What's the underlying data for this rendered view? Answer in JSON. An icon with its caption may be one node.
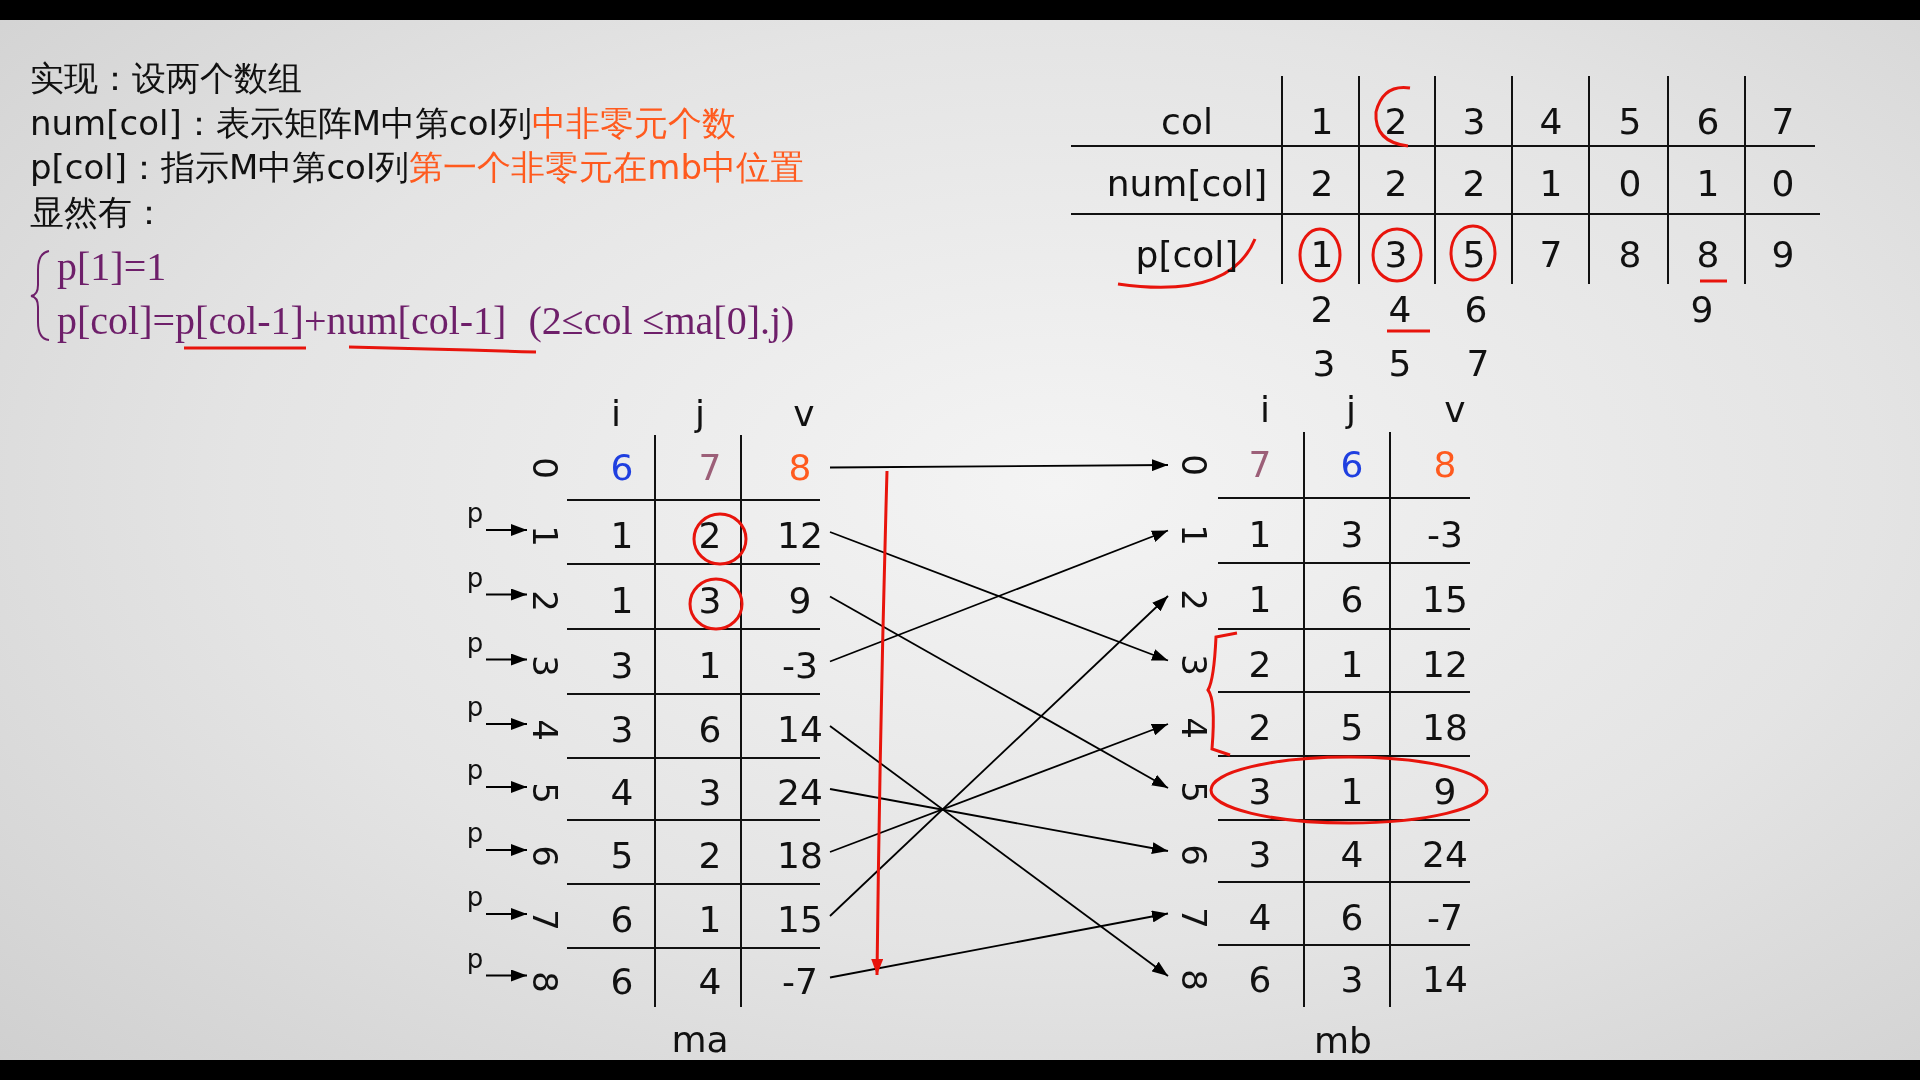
{
  "diagram": {
    "nodes": [
      {
        "text": [
          "0",
          "6",
          "7",
          "8"
        ]
      },
      {
        "text": [
          "1",
          "1",
          "2",
          "12"
        ]
      },
      {
        "text": [
          "2",
          "1",
          "3",
          "9"
        ]
      },
      {
        "text": [
          "3",
          "3",
          "1",
          "-3"
        ]
      },
      {
        "text": [
          "4",
          "3",
          "6",
          "14"
        ]
      },
      {
        "text": [
          "5",
          "4",
          "3",
          "24"
        ]
      },
      {
        "text": [
          "6",
          "5",
          "2",
          "18"
        ]
      },
      {
        "text": [
          "7",
          "6",
          "1",
          "15"
        ]
      },
      {
        "text": [
          "8",
          "6",
          "4",
          "-7"
        ]
      },
      {
        "text": [
          "0",
          "7",
          "6",
          "8"
        ]
      },
      {
        "text": [
          "1",
          "1",
          "3",
          "-3"
        ]
      },
      {
        "text": [
          "2",
          "1",
          "6",
          "15"
        ]
      },
      {
        "text": [
          "3",
          "2",
          "1",
          "12"
        ]
      },
      {
        "text": [
          "4",
          "2",
          "5",
          "18"
        ]
      },
      {
        "text": [
          "5",
          "3",
          "1",
          "9"
        ]
      },
      {
        "text": [
          "6",
          "3",
          "4",
          "24"
        ]
      },
      {
        "text": [
          "7",
          "4",
          "6",
          "-7"
        ]
      },
      {
        "text": [
          "8",
          "6",
          "3",
          "14"
        ]
      },
      {
        "text": [
          "p"
        ]
      },
      {
        "text": [
          "p"
        ]
      },
      {
        "text": [
          "p"
        ]
      },
      {
        "text": [
          "p"
        ]
      },
      {
        "text": [
          "p"
        ]
      },
      {
        "text": [
          "p"
        ]
      },
      {
        "text": [
          "p"
        ]
      },
      {
        "text": [
          "p"
        ]
      }
    ],
    "edges": [
      {
        "from": 0,
        "to": 9,
        "arrow": "to"
      },
      {
        "from": 1,
        "to": 12,
        "arrow": "to"
      },
      {
        "from": 2,
        "to": 14,
        "arrow": "to"
      },
      {
        "from": 3,
        "to": 10,
        "arrow": "to"
      },
      {
        "from": 4,
        "to": 17,
        "arrow": "to"
      },
      {
        "from": 5,
        "to": 15,
        "arrow": "to"
      },
      {
        "from": 6,
        "to": 13,
        "arrow": "to"
      },
      {
        "from": 7,
        "to": 11,
        "arrow": "to"
      },
      {
        "from": 8,
        "to": 16,
        "arrow": "to"
      },
      {
        "from": 18,
        "to": 1,
        "arrow": "to"
      },
      {
        "from": 19,
        "to": 2,
        "arrow": "to"
      },
      {
        "from": 20,
        "to": 3,
        "arrow": "to"
      },
      {
        "from": 21,
        "to": 4,
        "arrow": "to"
      },
      {
        "from": 22,
        "to": 5,
        "arrow": "to"
      },
      {
        "from": 23,
        "to": 6,
        "arrow": "to"
      },
      {
        "from": 24,
        "to": 7,
        "arrow": "to"
      },
      {
        "from": 25,
        "to": 8,
        "arrow": "to"
      }
    ],
    "labels": [
      "实现：设两个数组",
      "num[col]：表示矩阵M中第col列",
      "中非零元个数",
      "p[col]：指示M中第col列",
      "第一个非零元在mb中位置",
      "显然有：",
      "p[1]=1",
      "p[col]=p[col-1]+num[col-1]",
      "(2≤col ≤ma[0].j)",
      "col",
      "1",
      "2",
      "3",
      "4",
      "5",
      "6",
      "7",
      "num[col]",
      "2",
      "2",
      "2",
      "1",
      "0",
      "1",
      "0",
      "p[col]",
      "1",
      "3",
      "5",
      "7",
      "8",
      "8",
      "9",
      "2",
      "4",
      "6",
      "9",
      "3",
      "5",
      "7",
      "i",
      "j",
      "v",
      "i",
      "j",
      "v",
      "ma",
      "mb"
    ]
  }
}
